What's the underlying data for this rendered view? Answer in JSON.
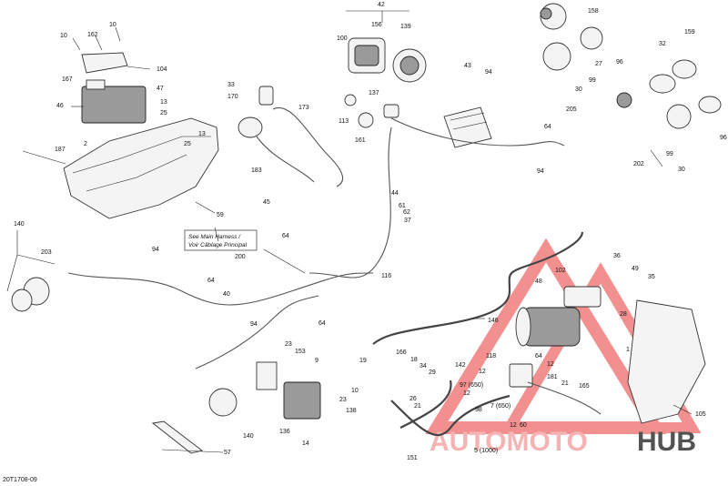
{
  "diagram": {
    "code": "20T1708-09",
    "note_line1": "See Main Harness /",
    "note_line2": "Voir Câblage Principal",
    "labels": [
      {
        "id": "l01",
        "text": "10"
      },
      {
        "id": "l02",
        "text": "10"
      },
      {
        "id": "l03",
        "text": "162"
      },
      {
        "id": "l04",
        "text": "104"
      },
      {
        "id": "l05",
        "text": "167"
      },
      {
        "id": "l06",
        "text": "47"
      },
      {
        "id": "l07",
        "text": "46"
      },
      {
        "id": "l08",
        "text": "13"
      },
      {
        "id": "l09",
        "text": "25"
      },
      {
        "id": "l10",
        "text": "13"
      },
      {
        "id": "l11",
        "text": "25"
      },
      {
        "id": "l12",
        "text": "2"
      },
      {
        "id": "l13",
        "text": "187"
      },
      {
        "id": "l14",
        "text": "59"
      },
      {
        "id": "l15",
        "text": "42"
      },
      {
        "id": "l16",
        "text": "100"
      },
      {
        "id": "l17",
        "text": "156"
      },
      {
        "id": "l18",
        "text": "139"
      },
      {
        "id": "l19",
        "text": "33"
      },
      {
        "id": "l20",
        "text": "170"
      },
      {
        "id": "l21",
        "text": "173"
      },
      {
        "id": "l22",
        "text": "113"
      },
      {
        "id": "l23",
        "text": "137"
      },
      {
        "id": "l24",
        "text": "161"
      },
      {
        "id": "l25",
        "text": "183"
      },
      {
        "id": "l26",
        "text": "45"
      },
      {
        "id": "l27",
        "text": "43"
      },
      {
        "id": "l28",
        "text": "94"
      },
      {
        "id": "l29",
        "text": "158"
      },
      {
        "id": "l30",
        "text": "27"
      },
      {
        "id": "l31",
        "text": "159"
      },
      {
        "id": "l32",
        "text": "32"
      },
      {
        "id": "l33",
        "text": "96"
      },
      {
        "id": "l34",
        "text": "99"
      },
      {
        "id": "l35",
        "text": "30"
      },
      {
        "id": "l36",
        "text": "205"
      },
      {
        "id": "l37",
        "text": "64"
      },
      {
        "id": "l38",
        "text": "94"
      },
      {
        "id": "l39",
        "text": "202"
      },
      {
        "id": "l40",
        "text": "30"
      },
      {
        "id": "l41",
        "text": "99"
      },
      {
        "id": "l42",
        "text": "96"
      },
      {
        "id": "l43",
        "text": "44"
      },
      {
        "id": "l44",
        "text": "61"
      },
      {
        "id": "l45",
        "text": "62"
      },
      {
        "id": "l46",
        "text": "37"
      },
      {
        "id": "l47",
        "text": "140"
      },
      {
        "id": "l48",
        "text": "203"
      },
      {
        "id": "l49",
        "text": "94"
      },
      {
        "id": "l50",
        "text": "200"
      },
      {
        "id": "l51",
        "text": "64"
      },
      {
        "id": "l52",
        "text": "64"
      },
      {
        "id": "l53",
        "text": "40"
      },
      {
        "id": "l54",
        "text": "64"
      },
      {
        "id": "l55",
        "text": "116"
      },
      {
        "id": "l56",
        "text": "94"
      },
      {
        "id": "l57",
        "text": "23"
      },
      {
        "id": "l58",
        "text": "153"
      },
      {
        "id": "l59",
        "text": "9"
      },
      {
        "id": "l60",
        "text": "140"
      },
      {
        "id": "l61",
        "text": "136"
      },
      {
        "id": "l62",
        "text": "14"
      },
      {
        "id": "l63",
        "text": "57"
      },
      {
        "id": "l64",
        "text": "151"
      },
      {
        "id": "l65",
        "text": "146"
      },
      {
        "id": "l66",
        "text": "36"
      },
      {
        "id": "l67",
        "text": "102"
      },
      {
        "id": "l68",
        "text": "49"
      },
      {
        "id": "l69",
        "text": "35"
      },
      {
        "id": "l70",
        "text": "48"
      },
      {
        "id": "l71",
        "text": "28"
      },
      {
        "id": "l72",
        "text": "1"
      },
      {
        "id": "l73",
        "text": "64"
      },
      {
        "id": "l74",
        "text": "12"
      },
      {
        "id": "l75",
        "text": "118"
      },
      {
        "id": "l76",
        "text": "12"
      },
      {
        "id": "l77",
        "text": "181"
      },
      {
        "id": "l78",
        "text": "21"
      },
      {
        "id": "l79",
        "text": "165"
      },
      {
        "id": "l80",
        "text": "105"
      },
      {
        "id": "l81",
        "text": "166"
      },
      {
        "id": "l82",
        "text": "19"
      },
      {
        "id": "l83",
        "text": "18"
      },
      {
        "id": "l84",
        "text": "34"
      },
      {
        "id": "l85",
        "text": "29"
      },
      {
        "id": "l86",
        "text": "142"
      },
      {
        "id": "l87",
        "text": "97 (650)"
      },
      {
        "id": "l88",
        "text": "12"
      },
      {
        "id": "l89",
        "text": "10"
      },
      {
        "id": "l90",
        "text": "26"
      },
      {
        "id": "l91",
        "text": "98"
      },
      {
        "id": "l92",
        "text": "7 (650)"
      },
      {
        "id": "l93",
        "text": "23"
      },
      {
        "id": "l94",
        "text": "138"
      },
      {
        "id": "l95",
        "text": "21"
      },
      {
        "id": "l96",
        "text": "12"
      },
      {
        "id": "l97",
        "text": "60"
      },
      {
        "id": "l98",
        "text": "5 (1000)"
      }
    ]
  },
  "watermark": {
    "part1": "AUTOMOTO",
    "part2": "HUB",
    "accent_color": "#ee6b6b",
    "dark_color": "#1a1a1a"
  }
}
